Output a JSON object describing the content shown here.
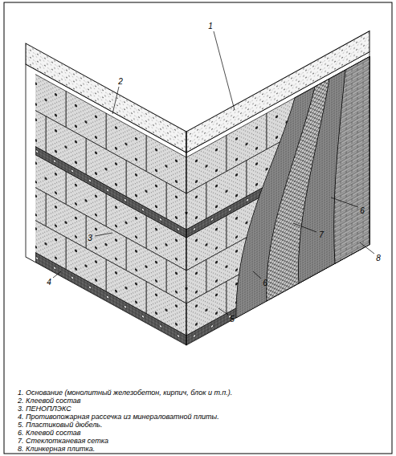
{
  "diagram": {
    "labels": [
      "1",
      "2",
      "3",
      "4",
      "5",
      "6",
      "7",
      "6",
      "8",
      "1. Основание (монолитный железобетон, кирпич, блок и т.п.).",
      "2. Клеевой состав",
      "3. ПЕНОПЛЭКС",
      "4. Противопожарная рассечка из минераловатной плиты.",
      "5. Пластиковый дюбель.",
      "6. Клеевой состав",
      "7. Стеклотканевая сетка",
      "8. Клинкерная плитка."
    ]
  }
}
